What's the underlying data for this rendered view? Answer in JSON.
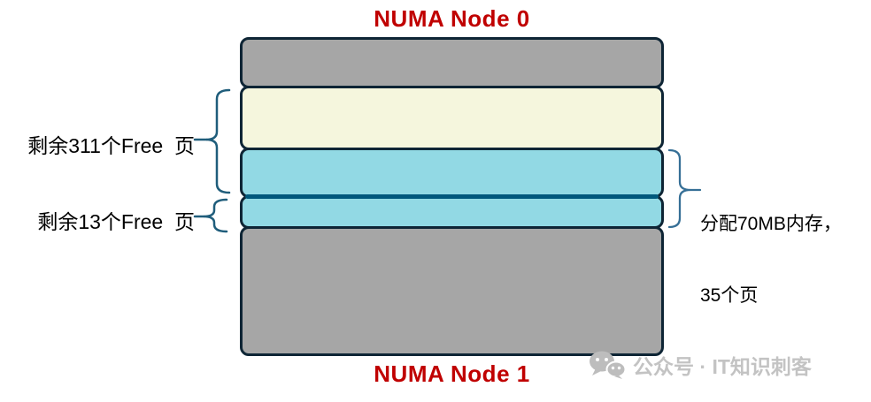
{
  "titles": {
    "node0": "NUMA Node 0",
    "node1": "NUMA Node 1"
  },
  "annotations": {
    "free_311": "剩余311个Free  页",
    "free_13": "剩余13个Free  页",
    "alloc_line1": "分配70MB内存，",
    "alloc_line2": "35个页"
  },
  "segments": [
    {
      "id": "node0-used-memory",
      "fill": "#a6a6a6"
    },
    {
      "id": "node0-free-memory",
      "fill": "#f5f6dd"
    },
    {
      "id": "allocated-pages-upper",
      "fill": "#92d9e4"
    },
    {
      "id": "allocated-pages-lower",
      "fill": "#92d9e4"
    },
    {
      "id": "node1-used-memory",
      "fill": "#a6a6a6"
    }
  ],
  "watermark": {
    "icon": "wechat-icon",
    "text": "公众号 · IT知识刺客"
  },
  "colors": {
    "title_red": "#c00000",
    "segment_border": "#0e2535",
    "cyan_divider": "#00587c",
    "brace_left": "#1f5d7b",
    "brace_right": "#366f96",
    "label_text": "#000000",
    "watermark_gray": "#c3c3c3",
    "watermark_icon": "#bdbdbd"
  }
}
